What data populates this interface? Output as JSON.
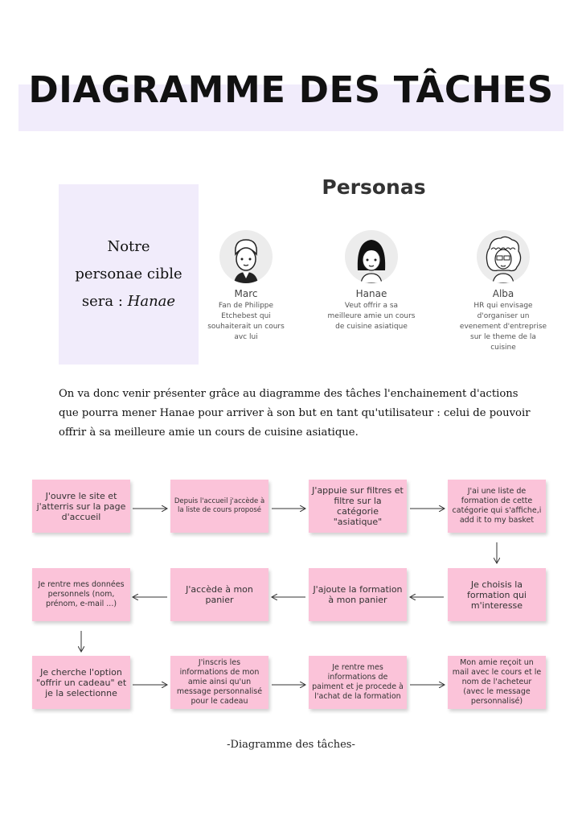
{
  "header": {
    "title": "DIAGRAMME DES TÂCHES"
  },
  "target": {
    "line1": "Notre",
    "line2": "personae cible",
    "line3_prefix": "sera : ",
    "line3_name": "Hanae"
  },
  "personas": {
    "title": "Personas",
    "items": [
      {
        "name": "Marc",
        "desc": "Fan de Philippe Etchebest qui souhaiterait un cours avc lui"
      },
      {
        "name": "Hanae",
        "desc": "Veut offrir a sa meilleure amie un cours de cuisine asiatique"
      },
      {
        "name": "Alba",
        "desc": "HR qui envisage d'organiser un evenement d'entreprise sur le theme de la cuisine"
      }
    ]
  },
  "intro": "On va donc venir présenter grâce au diagramme des tâches l'enchainement d'actions que pourra mener Hanae pour arriver à son but en tant qu'utilisateur : celui de pouvoir offrir à sa meilleure amie un cours de cuisine asiatique.",
  "steps": [
    "J'ouvre le site et j'atterris sur la page d'accueil",
    "Depuis l'accueil j'accède à la liste de cours proposé",
    "J'appuie sur filtres et filtre sur la catégorie \"asiatique\"",
    "J'ai une liste de formation de cette catégorie qui s'affiche,i add it to my basket",
    "Je choisis la formation qui m'interesse",
    "J'ajoute la formation à mon panier",
    "J'accède à mon panier",
    "Je rentre mes données personnels (nom, prénom, e-mail ...)",
    "Je cherche l'option \"offrir un cadeau\" et je la selectionne",
    "J'inscris les informations de mon amie ainsi qu'un message personnalisé pour le cadeau",
    "Je rentre mes informations de paiment et je procede à l'achat de la formation",
    "Mon amie reçoit  un mail avec le cours et le nom de l'acheteur (avec le message personnalisé)"
  ],
  "caption": "-Diagramme des tâches-"
}
